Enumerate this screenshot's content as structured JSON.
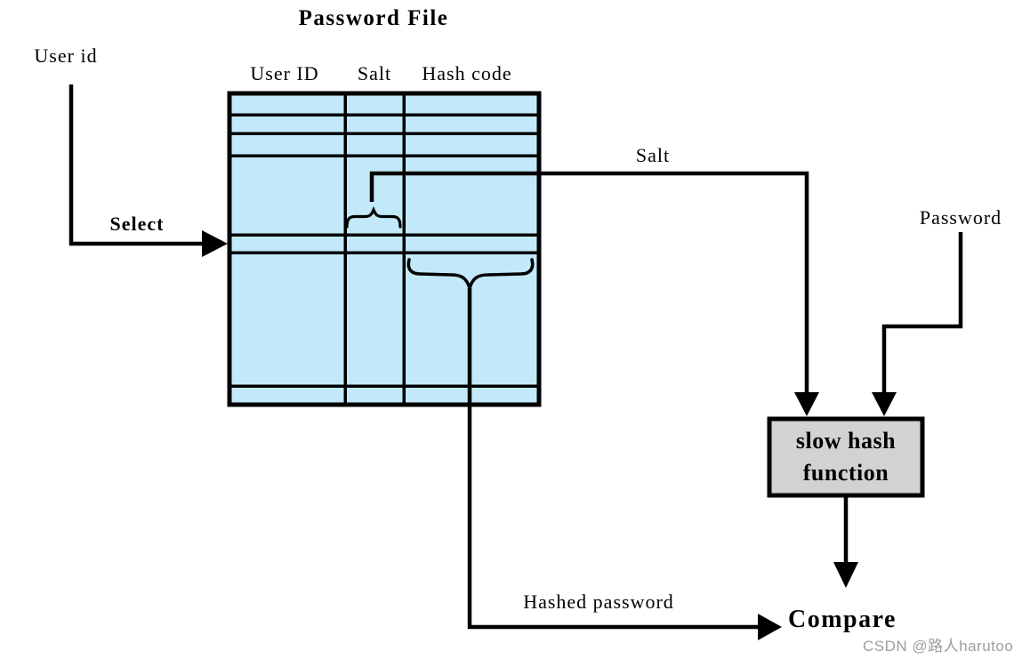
{
  "diagram": {
    "title": "Password File",
    "user_id_input_label": "User id",
    "select_label": "Select",
    "table": {
      "columns": [
        "User ID",
        "Salt",
        "Hash code"
      ],
      "row_count": 7,
      "fill_color": "#C2E9F9"
    },
    "salt_out_label": "Salt",
    "password_label": "Password",
    "hash_box": {
      "line1": "slow hash",
      "line2": "function",
      "fill_color": "#D2D2D2"
    },
    "hashed_password_label": "Hashed password",
    "compare_label": "Compare",
    "watermark": "CSDN @路人harutoo",
    "colors": {
      "line": "#000000",
      "text": "#000000",
      "watermark_text": "#9E9E9E",
      "background": "#FFFFFF"
    }
  }
}
